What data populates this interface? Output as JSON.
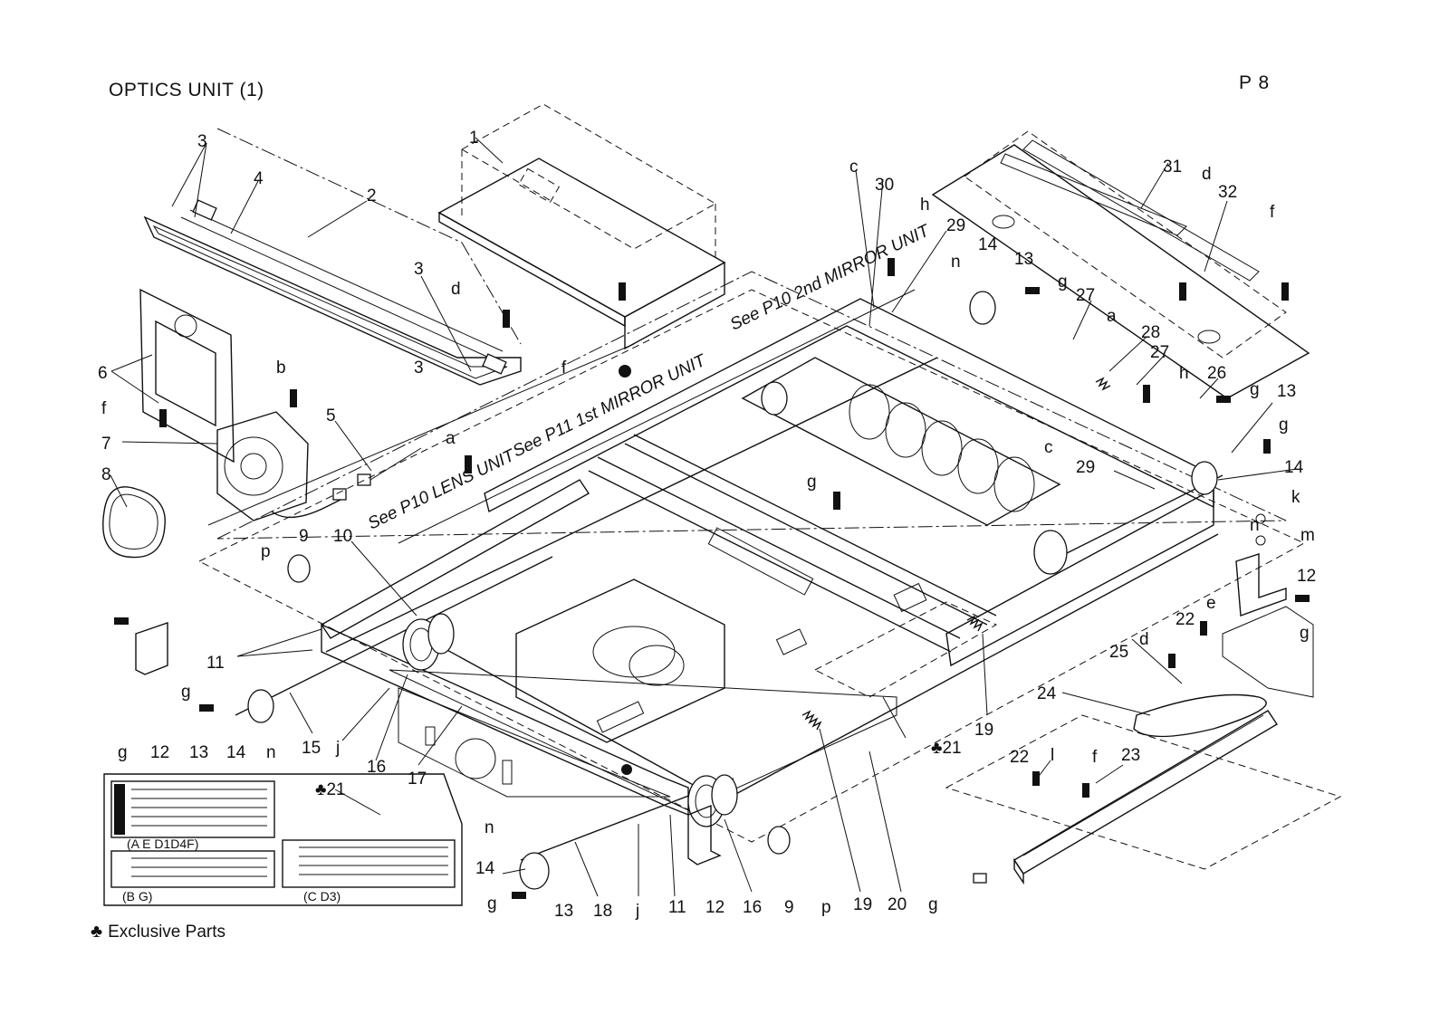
{
  "header": {
    "title": "OPTICS UNIT (1)",
    "page": "P 8"
  },
  "legend": {
    "symbol": "♣",
    "label": "Exclusive Parts"
  },
  "notes": {
    "lens": "See P10 LENS UNIT",
    "mirror1": "See P11 1st MIRROR UNIT",
    "mirror2": "See P10 2nd MIRROR UNIT"
  },
  "label_panel": {
    "callout": "♣21",
    "variant_top": "(A E D1D4F)",
    "variant_left": "(B G)",
    "variant_right": "(C D3)"
  },
  "callouts": {
    "c1": "1",
    "c2": "2",
    "c3a": "3",
    "c3b": "3",
    "c3c": "3",
    "c4": "4",
    "c5": "5",
    "c6": "6",
    "c7": "7",
    "c8": "8",
    "c9a": "9",
    "c9b": "9",
    "c10": "10",
    "c11a": "11",
    "c11b": "11",
    "c12a": "12",
    "c12b": "12",
    "c12c": "12",
    "c13a": "13",
    "c13b": "13",
    "c13c": "13",
    "c13d": "13",
    "c14a": "14",
    "c14b": "14",
    "c14c": "14",
    "c14d": "14",
    "c15": "15",
    "c16a": "16",
    "c16b": "16",
    "c17": "17",
    "c18": "18",
    "c19a": "19",
    "c19b": "19",
    "c20": "20",
    "c21": "♣21",
    "c22a": "22",
    "c22b": "22",
    "c23": "23",
    "c24": "24",
    "c25": "25",
    "c26": "26",
    "c27a": "27",
    "c27b": "27",
    "c28": "28",
    "c29a": "29",
    "c29b": "29",
    "c30": "30",
    "c31": "31",
    "c32": "32",
    "la": "a",
    "la2": "a",
    "lb": "b",
    "lc": "c",
    "lc2": "c",
    "ld": "d",
    "ld2": "d",
    "ld3": "d",
    "le": "e",
    "lf": "f",
    "lf2": "f",
    "lf3": "f",
    "lf4": "f",
    "lg1": "g",
    "lg2": "g",
    "lg3": "g",
    "lg4": "g",
    "lg5": "g",
    "lg6": "g",
    "lg7": "g",
    "lg8": "g",
    "lh": "h",
    "lh2": "h",
    "lj": "j",
    "lj2": "j",
    "lk": "k",
    "ll": "l",
    "lm": "m",
    "ln1": "n",
    "ln2": "n",
    "ln3": "n",
    "ln4": "n",
    "lp": "p",
    "lp2": "p"
  }
}
